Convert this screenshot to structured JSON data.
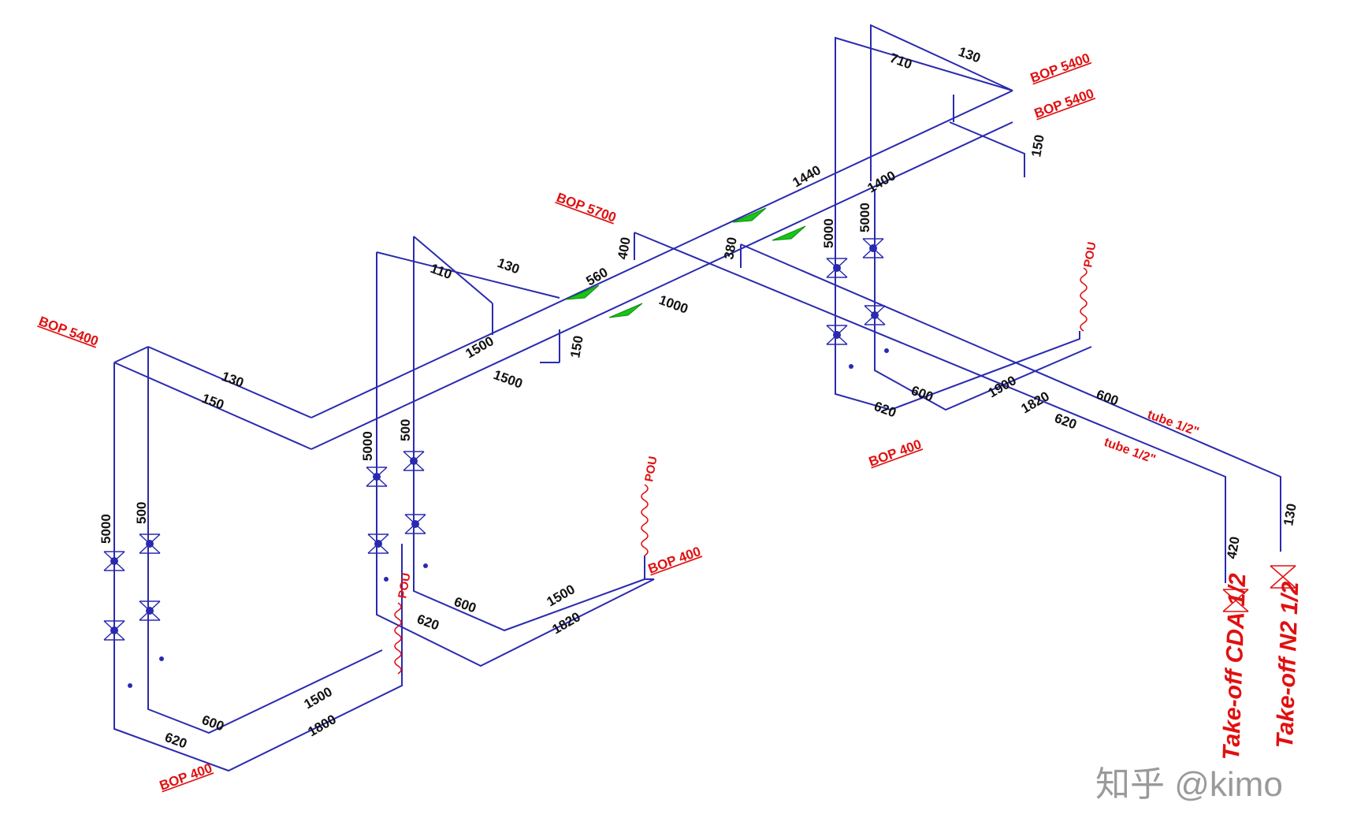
{
  "labels": {
    "bop_5400_left": "BOP 5400",
    "bop_5400_top1": "BOP 5400",
    "bop_5400_top2": "BOP 5400",
    "bop_5700": "BOP 5700",
    "bop_400_bl": "BOP 400",
    "bop_400_mid": "BOP 400",
    "bop_400_right": "BOP 400",
    "tube_1": "tube 1/2\"",
    "tube_2": "tube 1/2\"",
    "take_off_cda": "Take-off CDA 1/2",
    "take_off_n2": "Take-off N2 1/2",
    "pou": "POU"
  },
  "dimensions": {
    "d130_tl": "130",
    "d150_tl": "150",
    "d110": "110",
    "d130_mid": "130",
    "d1500_a": "1500",
    "d1500_b": "1500",
    "d150_mid": "150",
    "d560": "560",
    "d1000": "1000",
    "d400_a": "400",
    "d1440": "1440",
    "d1400": "1400",
    "d380": "380",
    "d710": "710",
    "d130_top": "130",
    "d150_top": "150",
    "d5000": "5000",
    "d500": "500",
    "d600": "600",
    "d620": "620",
    "d1500": "1500",
    "d1800": "1800",
    "d1900": "1900",
    "d1820": "1820",
    "d420": "420",
    "d130_rt": "130"
  },
  "watermark": "知乎 @kimo",
  "colors": {
    "pipe": "#2a2ab0",
    "label": "#e01010",
    "flow_arrow": "#19c419",
    "dimension": "#111111"
  }
}
